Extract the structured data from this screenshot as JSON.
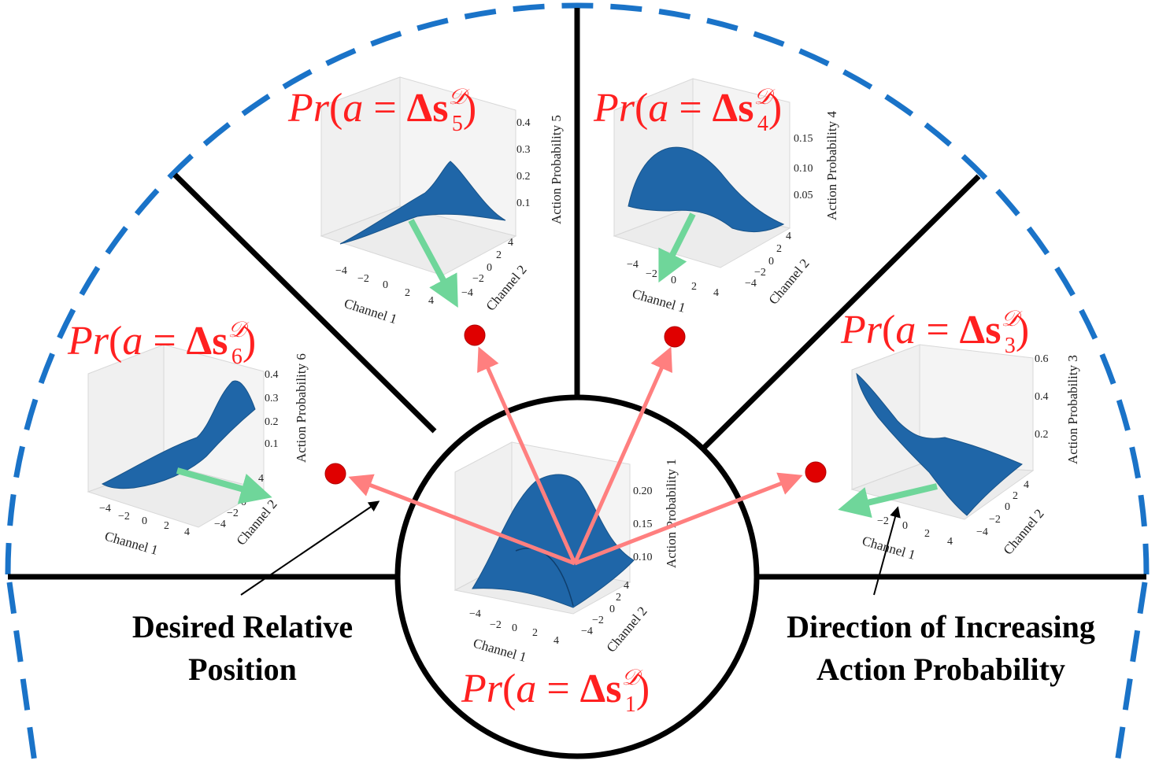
{
  "labels": {
    "p1": {
      "index": "1"
    },
    "p3": {
      "index": "3"
    },
    "p4": {
      "index": "4"
    },
    "p5": {
      "index": "5"
    },
    "p6": {
      "index": "6"
    },
    "prob_prefix": "Pr",
    "a": "a",
    "equals": "=",
    "delta_s": "Δs",
    "superscript": "𝒟"
  },
  "captions": {
    "left": "Desired Relative Position",
    "right": "Direction of Increasing Action Probability"
  },
  "plots": {
    "channel1": "Channel 1",
    "channel2": "Channel 2",
    "zlabel_prefix": "Action Probability",
    "x_ticks": [
      "−4",
      "−2",
      "0",
      "2",
      "4"
    ],
    "y_ticks": [
      "−4",
      "−2",
      "0",
      "2",
      "4"
    ],
    "p1": {
      "index": "1",
      "z_ticks": [
        "0.10",
        "0.15",
        "0.20"
      ]
    },
    "p3": {
      "index": "3",
      "z_ticks": [
        "0.2",
        "0.4",
        "0.6"
      ]
    },
    "p4": {
      "index": "4",
      "z_ticks": [
        "0.05",
        "0.10",
        "0.15"
      ]
    },
    "p5": {
      "index": "5",
      "z_ticks": [
        "0.1",
        "0.2",
        "0.3",
        "0.4"
      ]
    },
    "p6": {
      "index": "6",
      "z_ticks": [
        "0.1",
        "0.2",
        "0.3",
        "0.4"
      ]
    }
  },
  "colors": {
    "surface": "#1f66a8",
    "arrow_red": "#ff7f7f",
    "arrow_green": "#6fd69a",
    "dot": "#e00000",
    "dashed": "#1a73c8",
    "label_red": "#ff2020"
  }
}
